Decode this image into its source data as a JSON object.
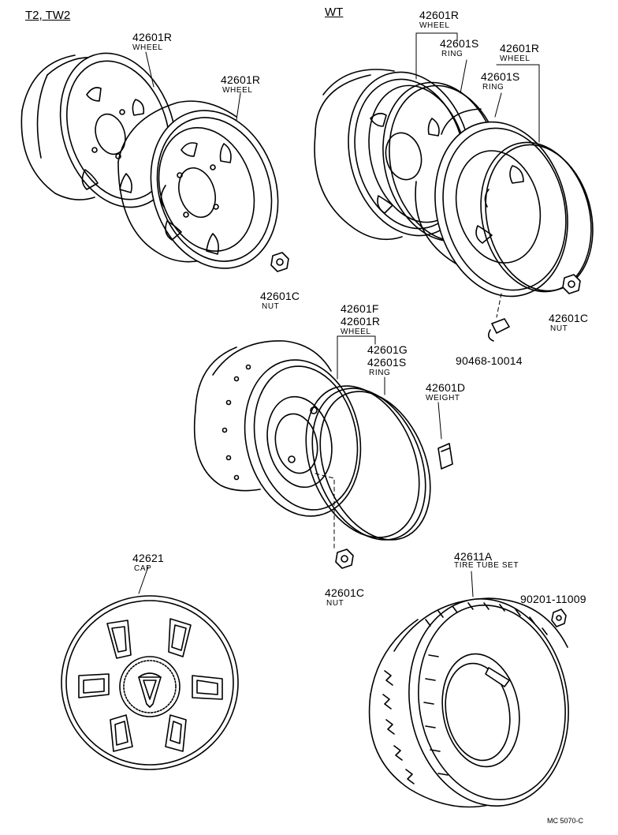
{
  "headers": {
    "left": "T2, TW2",
    "right": "WT"
  },
  "labels": {
    "tl_wheel1_pn": "42601R",
    "tl_wheel1_name": "WHEEL",
    "tl_wheel2_pn": "42601R",
    "tl_wheel2_name": "WHEEL",
    "tl_nut_pn": "42601C",
    "tl_nut_name": "NUT",
    "tr_wheel1_pn": "42601R",
    "tr_wheel1_name": "WHEEL",
    "tr_ring1_pn": "42601S",
    "tr_ring1_name": "RING",
    "tr_wheel2_pn": "42601R",
    "tr_wheel2_name": "WHEEL",
    "tr_ring2_pn": "42601S",
    "tr_ring2_name": "RING",
    "tr_nut_pn": "42601C",
    "tr_nut_name": "NUT",
    "tr_clip_pn": "90468-10014",
    "mid_wheel_pn1": "42601F",
    "mid_wheel_pn2": "42601R",
    "mid_wheel_name": "WHEEL",
    "mid_ring_pn1": "42601G",
    "mid_ring_pn2": "42601S",
    "mid_ring_name": "RING",
    "mid_weight_pn": "42601D",
    "mid_weight_name": "WEIGHT",
    "mid_nut_pn": "42601C",
    "mid_nut_name": "NUT",
    "cap_pn": "42621",
    "cap_name": "CAP",
    "tire_pn": "42611A",
    "tire_name": "TIRE TUBE SET",
    "valve_nut_pn": "90201-11009",
    "drawing_code": "MC 5070-C"
  }
}
